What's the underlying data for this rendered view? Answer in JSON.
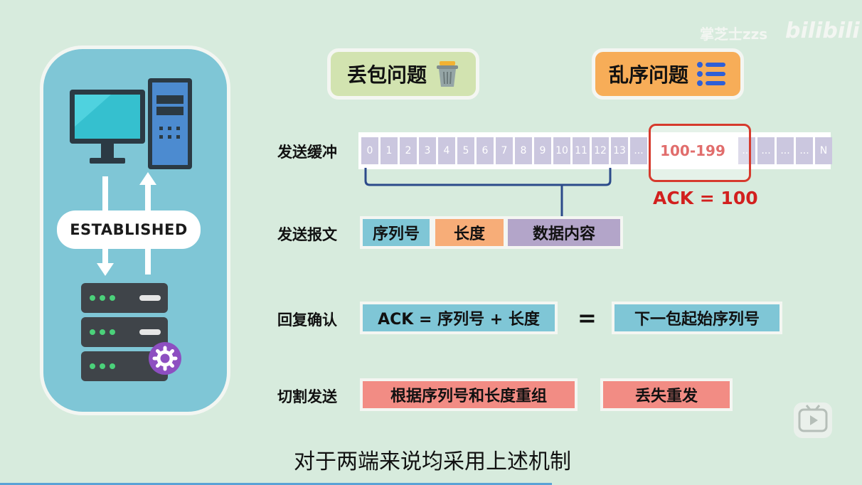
{
  "watermark": {
    "author": "掌芝士zzs",
    "logo": "bilibili"
  },
  "left_panel": {
    "connection_state": "ESTABLISHED",
    "icons": [
      "computer-icon",
      "server-icon",
      "gear-icon"
    ]
  },
  "tags": {
    "packet_loss": "丢包问题",
    "packet_loss_icon": "trash-can-icon",
    "out_of_order": "乱序问题",
    "out_of_order_icon": "list-icon"
  },
  "buffer_row": {
    "label": "发送缓冲",
    "cells": [
      "0",
      "1",
      "2",
      "3",
      "4",
      "5",
      "6",
      "7",
      "8",
      "9",
      "10",
      "11",
      "12",
      "13",
      "...",
      "...",
      "...",
      "...",
      "...",
      "N"
    ],
    "range": "100-199",
    "ack": "ACK = 100"
  },
  "message_row": {
    "label": "发送报文",
    "seq": "序列号",
    "length": "长度",
    "data": "数据内容"
  },
  "reply_row": {
    "label": "回复确认",
    "formula": "ACK = 序列号 + 长度",
    "equals": "=",
    "result": "下一包起始序列号"
  },
  "split_row": {
    "label": "切割发送",
    "reassemble": "根据序列号和长度重组",
    "retransmit": "丢失重发"
  },
  "caption": "对于两端来说均采用上述机制",
  "colors": {
    "background": "#d7ebdd",
    "panel_blue": "#7fc6d6",
    "tag_green": "#d2e3b0",
    "tag_orange": "#f7ad58",
    "accent_red": "#d2201e",
    "purple": "#b3a5c9",
    "salmon": "#f28c84"
  }
}
